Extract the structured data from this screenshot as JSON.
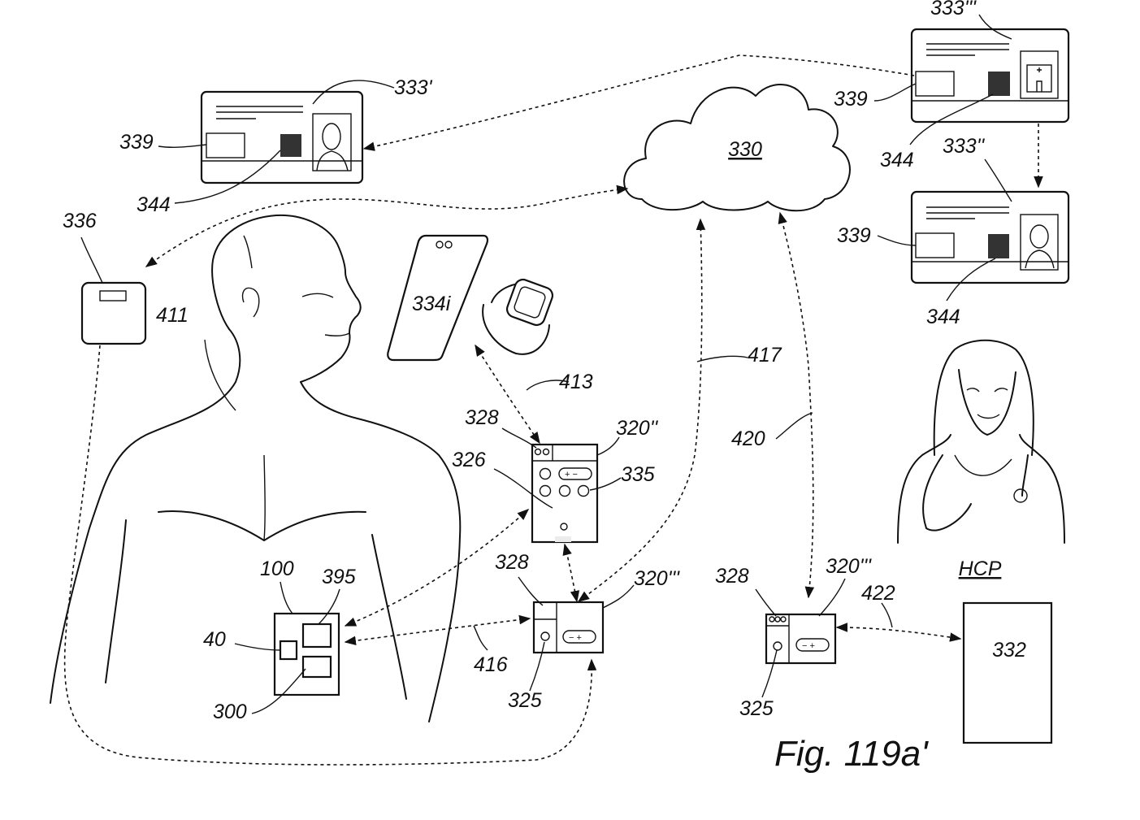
{
  "figure": {
    "caption": "Fig. 119a'",
    "hcp_label": "HCP"
  },
  "labels": {
    "cloud": "330",
    "card_patient": "333'",
    "card_clinic": "333'''",
    "card_hcp": "333''",
    "card_field_1": "339",
    "card_field_2": "339",
    "card_field_3": "339",
    "card_code_1": "344",
    "card_code_2": "344",
    "card_code_3": "344",
    "scale": "336",
    "link_scale": "411",
    "phone": "334i",
    "link_phone": "413",
    "link_cloud_left": "417",
    "link_cloud_right": "420",
    "remote_top": "320''",
    "remote_top_buttons": "326",
    "remote_top_display": "328",
    "remote_top_pm": "335",
    "remote_mid": "320'''",
    "remote_mid_display": "328",
    "remote_mid_power": "325",
    "link_patch": "416",
    "patch": "100",
    "patch_a": "395",
    "patch_b": "40",
    "patch_c": "300",
    "remote_right": "320'''",
    "remote_right_display": "328",
    "remote_right_power": "325",
    "link_pc": "422",
    "pc": "332"
  }
}
